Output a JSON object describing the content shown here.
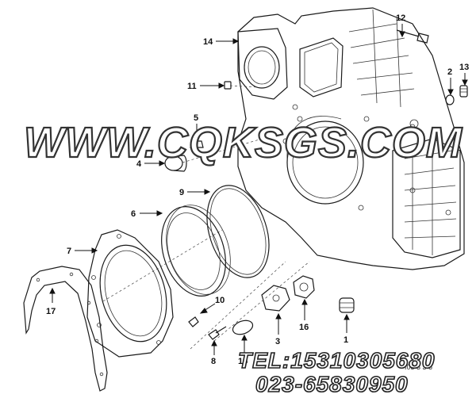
{
  "diagram": {
    "callouts": [
      {
        "id": "1",
        "label": "1"
      },
      {
        "id": "2",
        "label": "2"
      },
      {
        "id": "3",
        "label": "3"
      },
      {
        "id": "4",
        "label": "4"
      },
      {
        "id": "5",
        "label": "5"
      },
      {
        "id": "6",
        "label": "6"
      },
      {
        "id": "7",
        "label": "7"
      },
      {
        "id": "8",
        "label": "8"
      },
      {
        "id": "9",
        "label": "9"
      },
      {
        "id": "10",
        "label": "10"
      },
      {
        "id": "11",
        "label": "11"
      },
      {
        "id": "12",
        "label": "12"
      },
      {
        "id": "13",
        "label": "13"
      },
      {
        "id": "14",
        "label": "14"
      },
      {
        "id": "15",
        "label": "15"
      },
      {
        "id": "16",
        "label": "16"
      },
      {
        "id": "17",
        "label": "17"
      }
    ],
    "drawing_tag": "f03 3 3 6"
  },
  "watermark": {
    "url": "WWW.CQKSGS.COM",
    "tel": "TEL:15310305680",
    "phone": "023-65830950"
  }
}
